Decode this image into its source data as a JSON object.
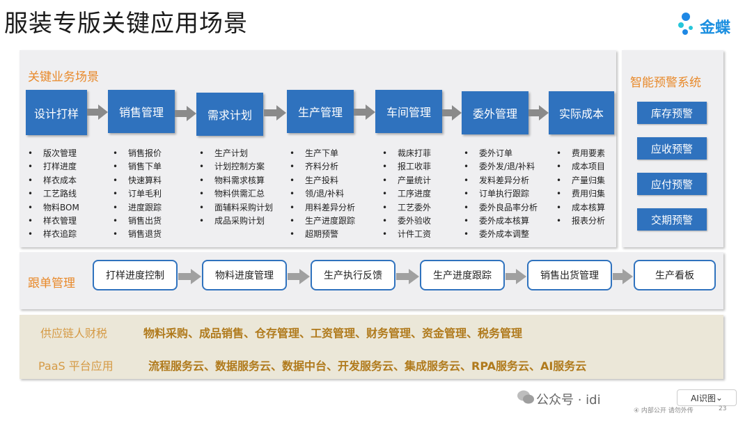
{
  "title": "服装专版关键应用场景",
  "logo": {
    "text": "金蝶"
  },
  "main": {
    "title": "关键业务场景",
    "steps": [
      {
        "label": "设计打样",
        "items": [
          "版次管理",
          "打样进度",
          "样衣成本",
          "工艺路线",
          "物料BOM",
          "样衣管理",
          "样衣追踪"
        ]
      },
      {
        "label": "销售管理",
        "items": [
          "销售报价",
          "销售下单",
          "快速算料",
          "订单毛利",
          "进度跟踪",
          "销售出货",
          "销售退货"
        ]
      },
      {
        "label": "需求计划",
        "items": [
          "生产计划",
          "计划控制方案",
          "物料需求核算",
          "物料供需汇总",
          "面辅料采购计划",
          "成品采购计划"
        ]
      },
      {
        "label": "生产管理",
        "items": [
          "生产下单",
          "齐料分析",
          "生产投料",
          "领/退/补料",
          "用料差异分析",
          "生产进度跟踪",
          "超期预警"
        ]
      },
      {
        "label": "车间管理",
        "items": [
          "裁床打菲",
          "报工收菲",
          "产量统计",
          "工序进度",
          "工艺委外",
          "委外验收",
          "计件工资"
        ]
      },
      {
        "label": "委外管理",
        "items": [
          "委外订单",
          "委外发/退/补料",
          "发料差异分析",
          "订单执行跟踪",
          "委外良品率分析",
          "委外成本核算",
          "委外成本调整"
        ]
      },
      {
        "label": "实际成本",
        "items": [
          "费用要素",
          "成本项目",
          "产量归集",
          "费用归集",
          "成本核算",
          "报表分析"
        ]
      }
    ]
  },
  "warning": {
    "title": "智能预警系统",
    "buttons": [
      "库存预警",
      "应收预警",
      "应付预警",
      "交期预警"
    ]
  },
  "tracking": {
    "title": "跟单管理",
    "steps": [
      "打样进度控制",
      "物料进度管理",
      "生产执行反馈",
      "生产进度跟踪",
      "销售出货管理",
      "生产看板"
    ]
  },
  "supply": {
    "label": "供应链人财税",
    "text": "物料采购、成品销售、仓存管理、工资管理、财务管理、资金管理、税务管理"
  },
  "paas": {
    "label": "PaaS 平台应用",
    "text": "流程服务云、数据服务云、数据中台、开发服务云、集成服务云、RPA服务云、AI服务云"
  },
  "watermark": {
    "wechat": "公众号 · idi",
    "ai_button": "AI识图",
    "footnote": "④ 内部公开 请勿外传",
    "page": "23"
  },
  "colors": {
    "step_blue": "#2f72be",
    "accent_orange": "#e8892a",
    "supply_text": "#b07a1c"
  }
}
